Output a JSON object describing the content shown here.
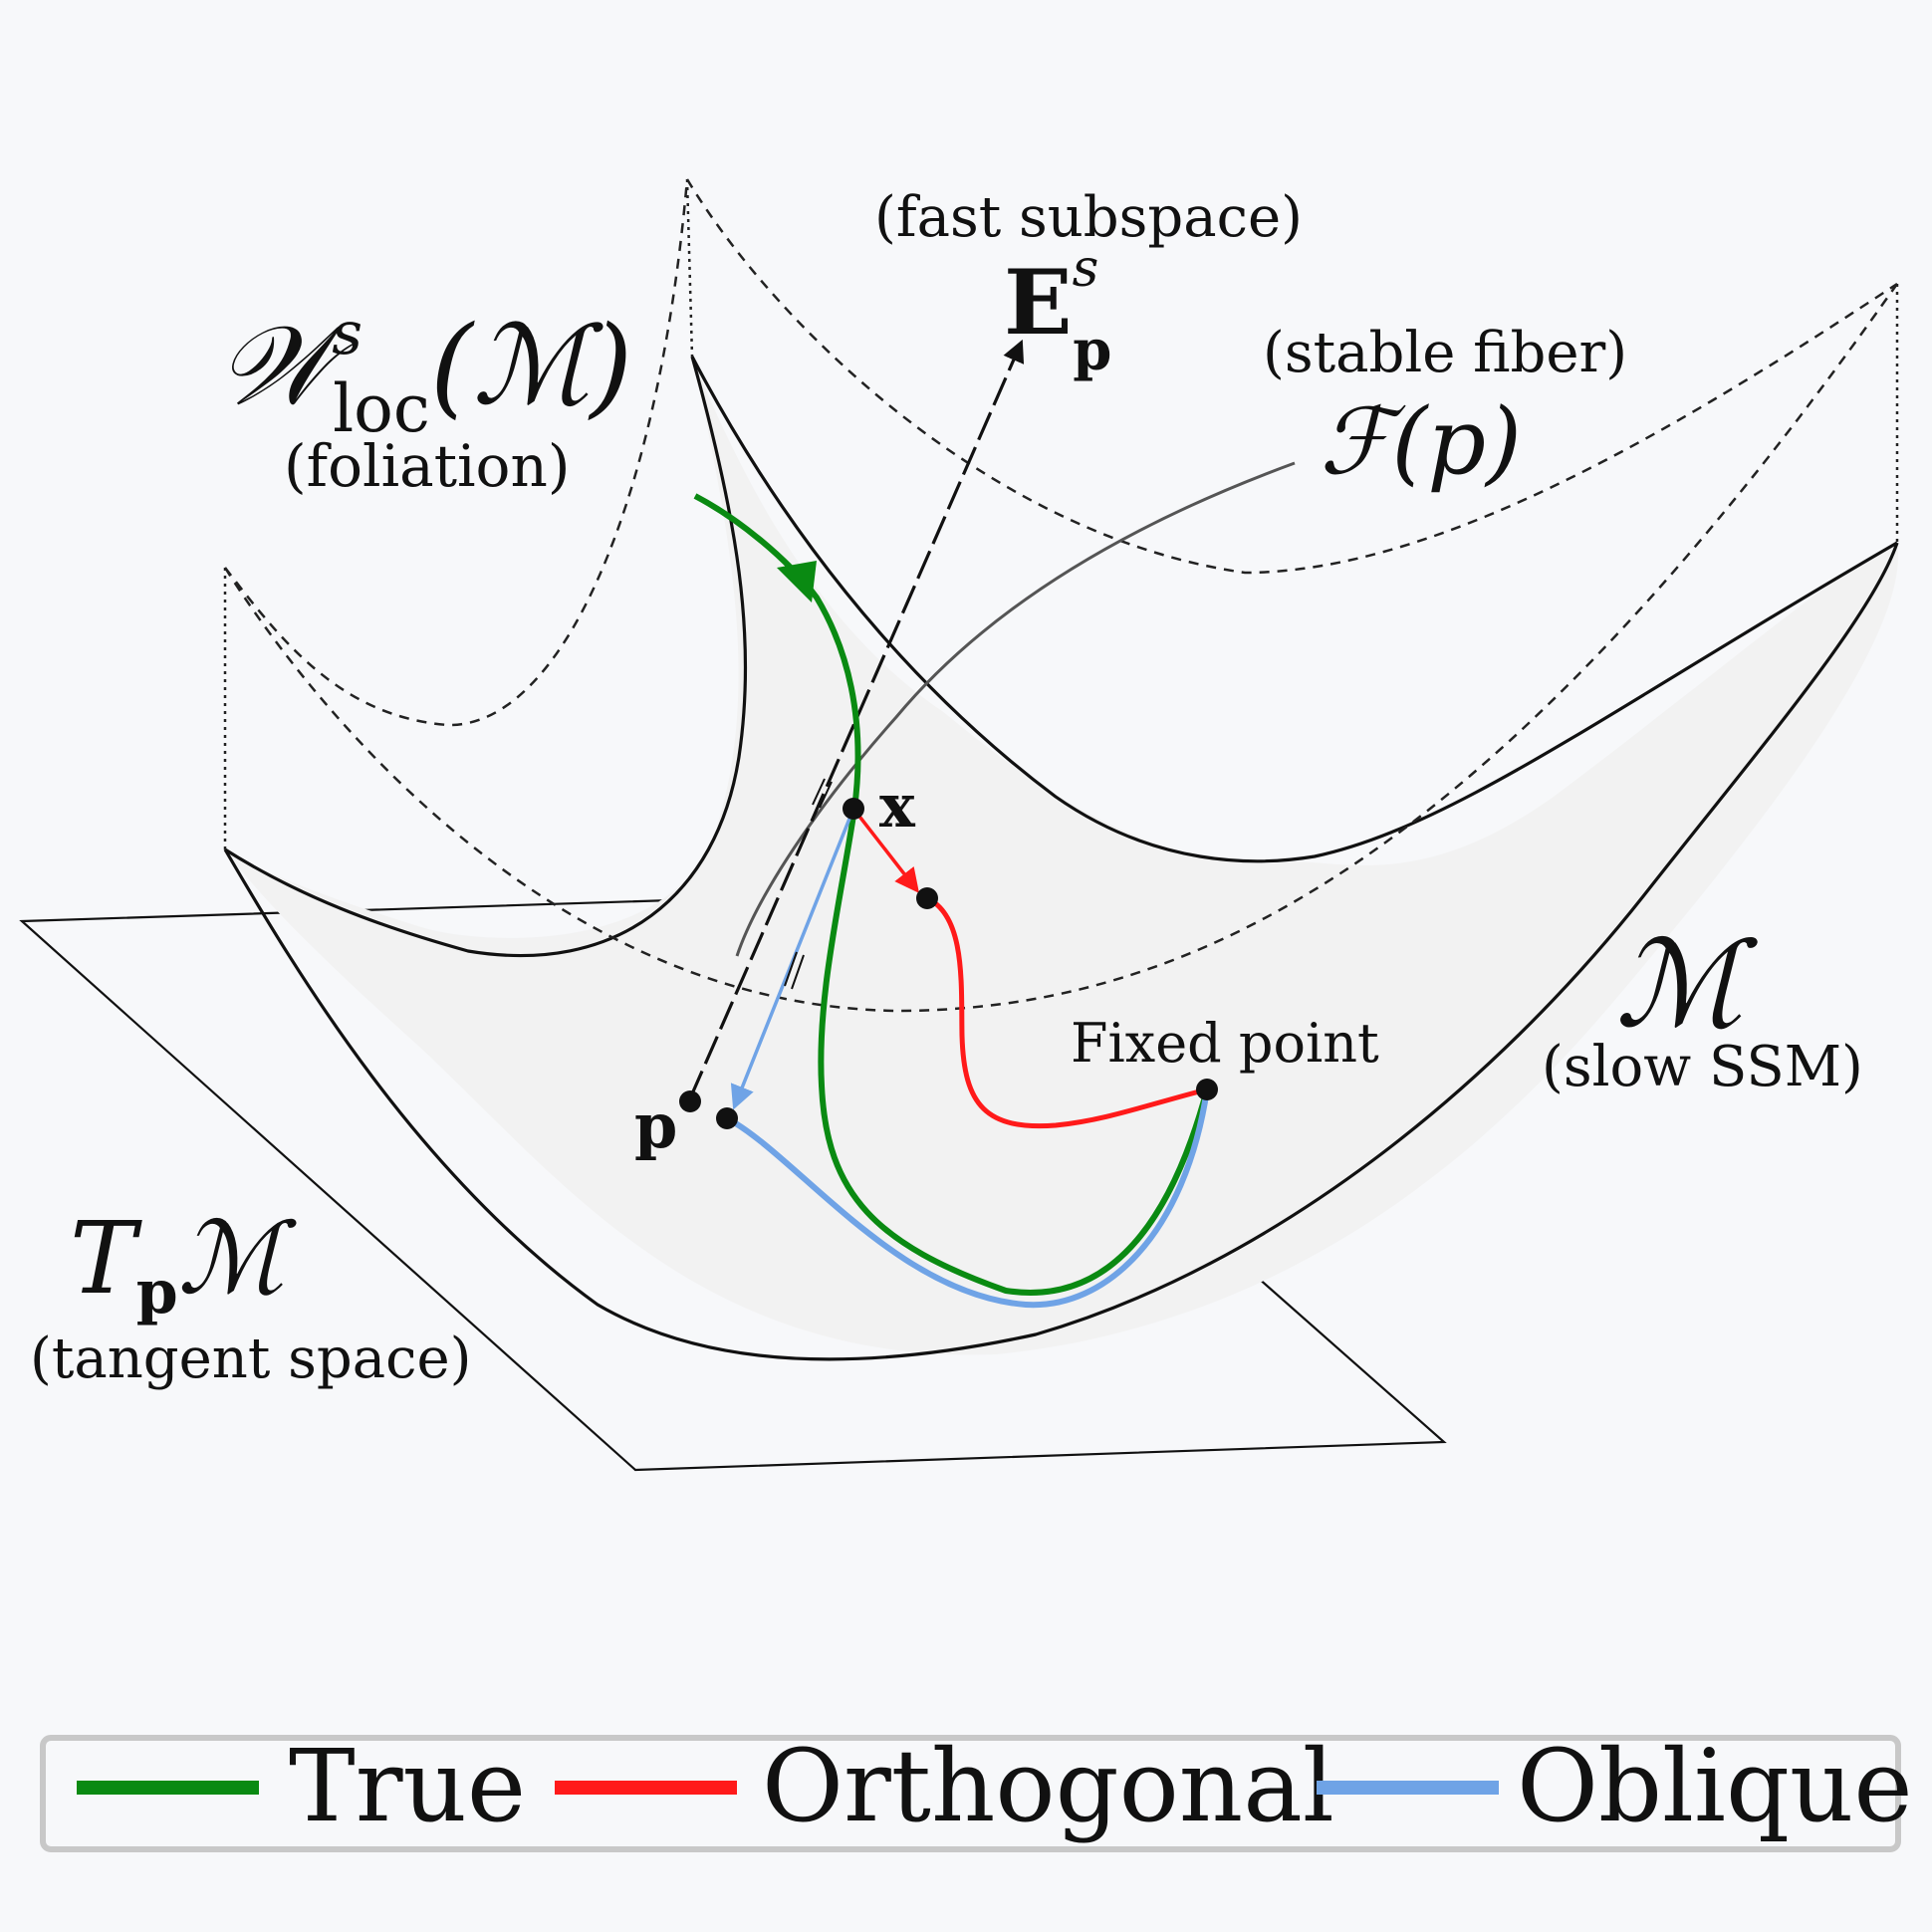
{
  "labels": {
    "foliation_symbol": "𝒲",
    "foliation_sup": "s",
    "foliation_sub": "loc",
    "foliation_arg": "(ℳ)",
    "foliation_caption": "(foliation)",
    "fast_caption": "(fast subspace)",
    "fast_symbol": "E",
    "fast_sup": "s",
    "fast_sub": "p",
    "fiber_caption": "(stable fiber)",
    "fiber_symbol": "ℱ(p)",
    "manifold_symbol": "ℳ",
    "manifold_caption": "(slow SSM)",
    "tangent_T": "T",
    "tangent_sub": "p",
    "tangent_M": "ℳ",
    "tangent_caption": "(tangent space)",
    "point_x": "x",
    "point_p": "p",
    "fixed_point": "Fixed point"
  },
  "legend": [
    {
      "label": "True",
      "color": "#0a8a12"
    },
    {
      "label": "Orthogonal",
      "color": "#ff1a1a"
    },
    {
      "label": "Oblique",
      "color": "#6fa3e6"
    }
  ],
  "colors": {
    "true_path": "#0a8a12",
    "orthogonal_path": "#ff1a1a",
    "oblique_path": "#6fa3e6",
    "surface_fill": "#f2f2f2",
    "outline": "#111111"
  }
}
